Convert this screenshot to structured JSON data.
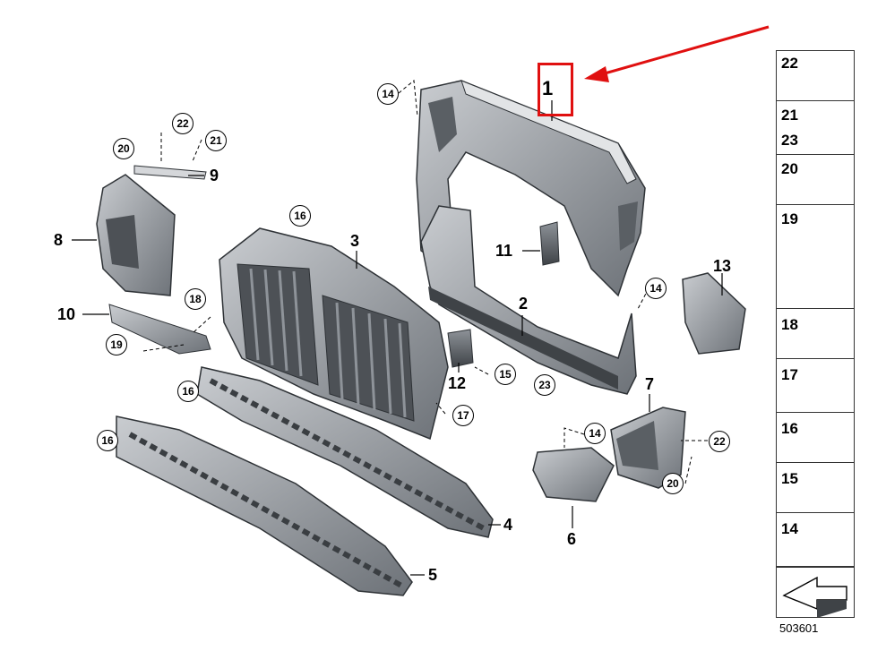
{
  "diagram": {
    "callouts": {
      "c1": "1",
      "c2": "2",
      "c3": "3",
      "c4": "4",
      "c5": "5",
      "c6": "6",
      "c7": "7",
      "c8": "8",
      "c9": "9",
      "c10": "10",
      "c11": "11",
      "c12": "12",
      "c13": "13"
    },
    "circled": {
      "a14": "14",
      "b14": "14",
      "c14": "14",
      "a15": "15",
      "a16": "16",
      "b16": "16",
      "c16": "16",
      "a17": "17",
      "a18": "18",
      "a19": "19",
      "a20": "20",
      "b20": "20",
      "a21": "21",
      "a22": "22",
      "b22": "22",
      "a23": "23"
    },
    "highlight_color": "#e01010",
    "arrow_color": "#e01010"
  },
  "fasteners": {
    "f22": "22",
    "f21": "21",
    "f23": "23",
    "f20": "20",
    "f19": "19",
    "f18": "18",
    "f17": "17",
    "f16": "16",
    "f15": "15",
    "f14": "14"
  },
  "reference_number": "503601"
}
